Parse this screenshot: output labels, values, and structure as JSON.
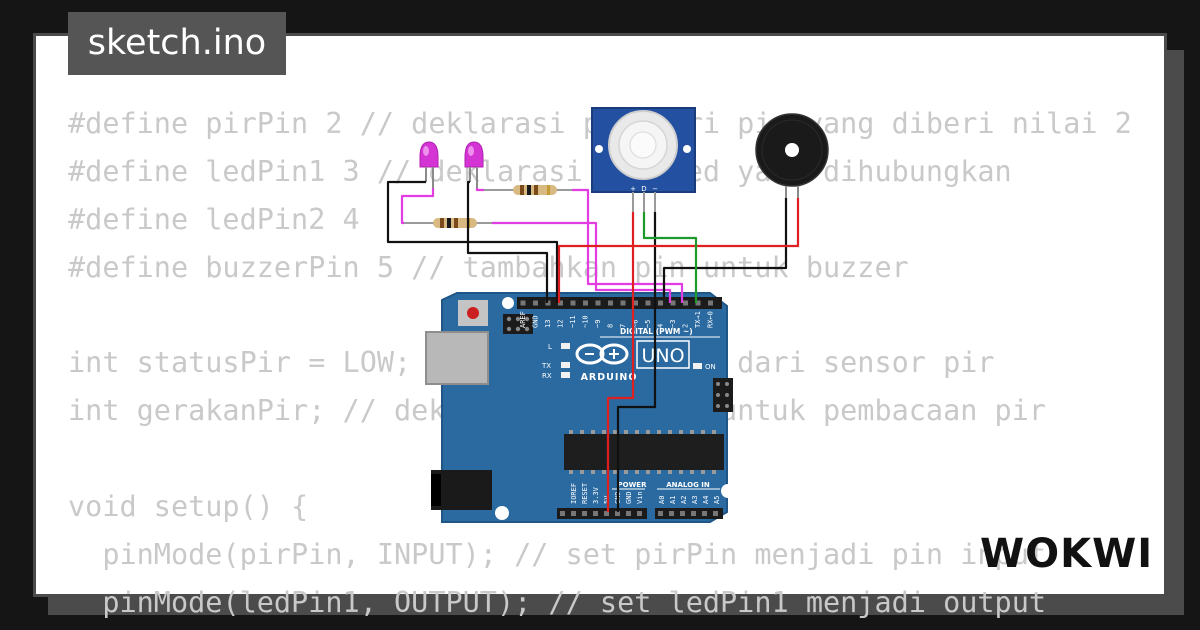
{
  "file_title": "sketch.ino",
  "brand": "WOKWI",
  "code_lines": [
    "#define pirPin 2 // deklarasi pin dari pir yang diberi nilai 2",
    "#define ledPin1 3 // deklarasi pin led yang dihubungkan",
    "#define ledPin2 4",
    "#define buzzerPin 5 // tambahkan pin untuk buzzer",
    "",
    "int statusPir = LOW; // status kondisi dari sensor pir",
    "int gerakanPir; // deklarasi variabel untuk pembacaan pir",
    "",
    "void setup() {",
    "  pinMode(pirPin, INPUT); // set pirPin menjadi pin input",
    "  pinMode(ledPin1, OUTPUT); // set ledPin1 menjadi output"
  ],
  "board": {
    "model": "UNO",
    "maker": "ARDUINO",
    "digital_label": "DIGITAL (PWM ~)",
    "power_label": "POWER",
    "analog_label": "ANALOG IN",
    "on_label": "ON",
    "l_label": "L",
    "tx_label": "TX",
    "rx_label": "RX",
    "digital_pins": [
      "AREF",
      "GND",
      "13",
      "12",
      "~11",
      "~10",
      "~9",
      "8",
      "7",
      "~6",
      "~5",
      "4",
      "~3",
      "2",
      "TX→1",
      "RX←0"
    ],
    "power_pins": [
      "IOREF",
      "RESET",
      "3.3V",
      "5V",
      "GND",
      "GND",
      "Vin"
    ],
    "analog_pins": [
      "A0",
      "A1",
      "A2",
      "A3",
      "A4",
      "A5"
    ]
  },
  "pir_sensor": {
    "pin_labels": [
      "+",
      "D",
      "−"
    ]
  },
  "colors": {
    "board": "#2a6aa0",
    "led": "#d434d4",
    "wire_magenta": "#e23de2",
    "wire_red": "#e02020",
    "wire_black": "#111111",
    "wire_green": "#1e9a2a",
    "code_text": "#c9c9c9",
    "title_bg": "#555555"
  }
}
